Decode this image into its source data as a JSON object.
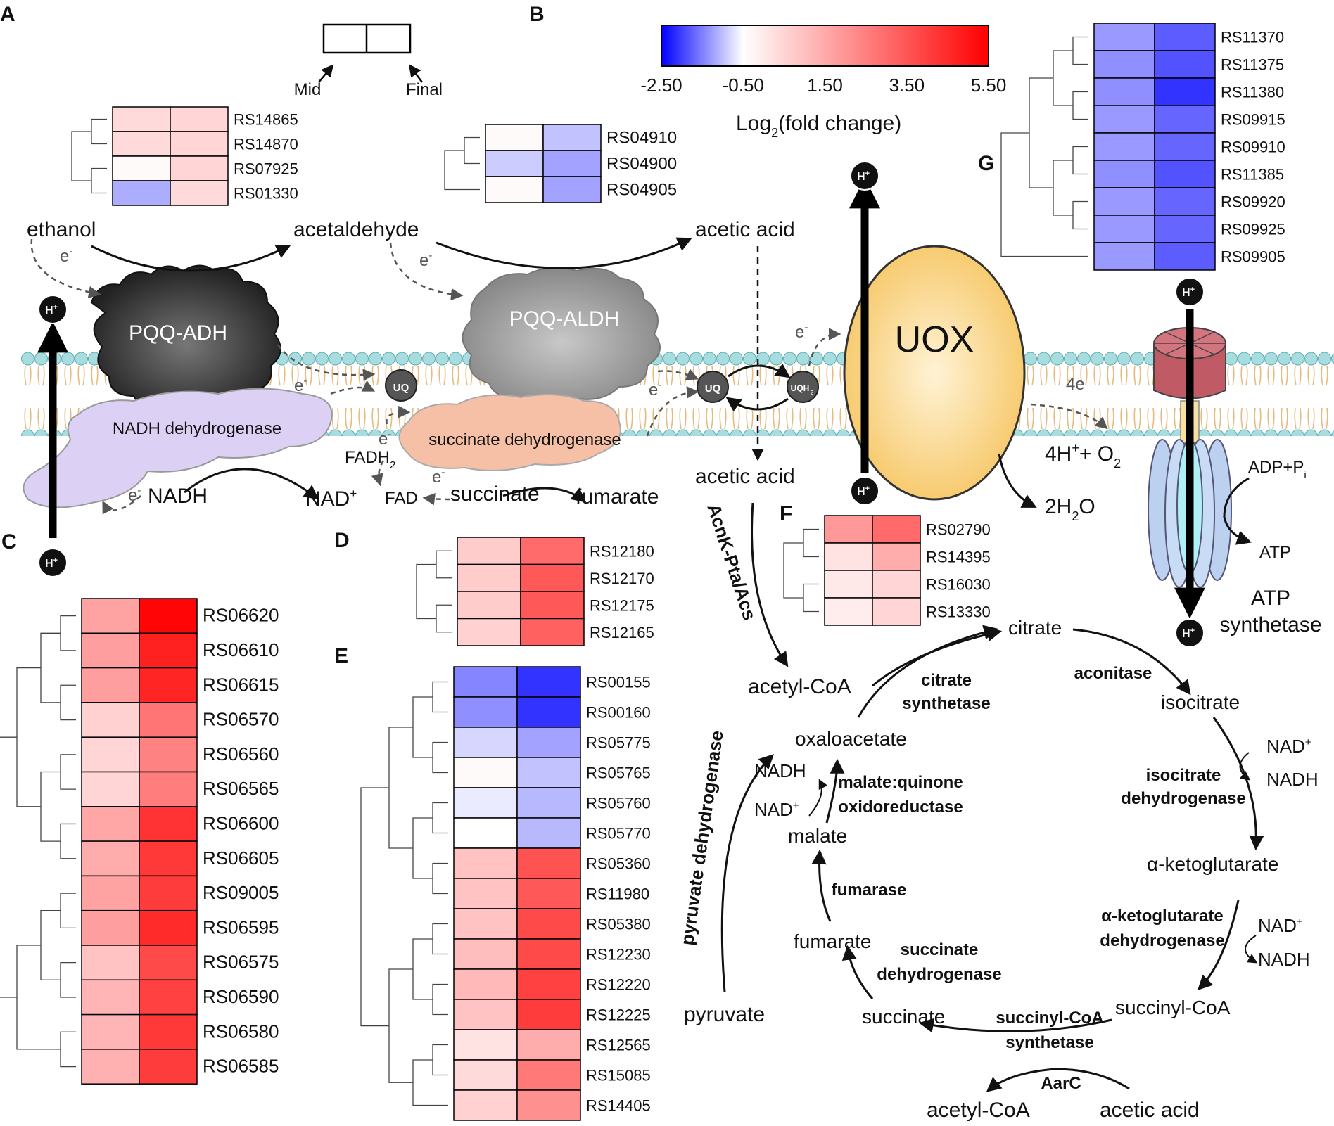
{
  "colorbar": {
    "ticks": [
      "-2.50",
      "-0.50",
      "1.50",
      "3.50",
      "5.50"
    ],
    "tick_values": [
      -2.5,
      -0.5,
      1.5,
      3.5,
      5.5
    ],
    "title_main": "Log",
    "title_sub": "2",
    "title_rest": "(fold change)",
    "colors": {
      "min": "#0000ff",
      "mid": "#ffffff",
      "max": "#ff0000"
    },
    "range": [
      -2.5,
      5.5
    ]
  },
  "legend_box": {
    "mid": "Mid",
    "final": "Final"
  },
  "panels": {
    "a": "A",
    "b": "B",
    "c": "C",
    "d": "D",
    "e": "E",
    "f": "F",
    "g": "G"
  },
  "heatmaps": {
    "adh": [
      {
        "gene": "RS14865",
        "mid": 0.8,
        "final": 0.9
      },
      {
        "gene": "RS14870",
        "mid": 0.8,
        "final": 0.9
      },
      {
        "gene": "RS07925",
        "mid": 0.1,
        "final": 0.9
      },
      {
        "gene": "RS01330",
        "mid": -0.8,
        "final": 0.8
      }
    ],
    "aldh": [
      {
        "gene": "RS04910",
        "mid": 0.1,
        "final": -0.6
      },
      {
        "gene": "RS04900",
        "mid": -0.5,
        "final": -0.9
      },
      {
        "gene": "RS04905",
        "mid": 0.1,
        "final": -0.9
      }
    ],
    "c": [
      {
        "gene": "RS06620",
        "mid": 2.0,
        "final": 5.4
      },
      {
        "gene": "RS06610",
        "mid": 2.1,
        "final": 4.8
      },
      {
        "gene": "RS06615",
        "mid": 2.1,
        "final": 4.7
      },
      {
        "gene": "RS06570",
        "mid": 1.0,
        "final": 3.0
      },
      {
        "gene": "RS06560",
        "mid": 0.9,
        "final": 2.7
      },
      {
        "gene": "RS06565",
        "mid": 0.9,
        "final": 2.8
      },
      {
        "gene": "RS06600",
        "mid": 1.9,
        "final": 4.4
      },
      {
        "gene": "RS06605",
        "mid": 1.8,
        "final": 4.3
      },
      {
        "gene": "RS09005",
        "mid": 2.0,
        "final": 4.2
      },
      {
        "gene": "RS06595",
        "mid": 2.1,
        "final": 4.6
      },
      {
        "gene": "RS06575",
        "mid": 1.3,
        "final": 3.9
      },
      {
        "gene": "RS06590",
        "mid": 1.6,
        "final": 4.1
      },
      {
        "gene": "RS06580",
        "mid": 1.6,
        "final": 4.3
      },
      {
        "gene": "RS06585",
        "mid": 1.7,
        "final": 4.2
      }
    ],
    "d": [
      {
        "gene": "RS12180",
        "mid": 1.1,
        "final": 3.2
      },
      {
        "gene": "RS12170",
        "mid": 1.1,
        "final": 3.6
      },
      {
        "gene": "RS12175",
        "mid": 1.1,
        "final": 3.6
      },
      {
        "gene": "RS12165",
        "mid": 1.0,
        "final": 3.4
      }
    ],
    "e": [
      {
        "gene": "RS00155",
        "mid": -1.2,
        "final": -2.0
      },
      {
        "gene": "RS00160",
        "mid": -1.1,
        "final": -2.0
      },
      {
        "gene": "RS05775",
        "mid": -0.4,
        "final": -0.9
      },
      {
        "gene": "RS05765",
        "mid": 0.1,
        "final": -0.6
      },
      {
        "gene": "RS05760",
        "mid": -0.2,
        "final": -0.7
      },
      {
        "gene": "RS05770",
        "mid": 0.0,
        "final": -0.7
      },
      {
        "gene": "RS05360",
        "mid": 1.3,
        "final": 3.7
      },
      {
        "gene": "RS11980",
        "mid": 1.3,
        "final": 3.6
      },
      {
        "gene": "RS05380",
        "mid": 1.3,
        "final": 3.9
      },
      {
        "gene": "RS12230",
        "mid": 1.4,
        "final": 3.9
      },
      {
        "gene": "RS12220",
        "mid": 1.5,
        "final": 4.1
      },
      {
        "gene": "RS12225",
        "mid": 1.3,
        "final": 4.2
      },
      {
        "gene": "RS12565",
        "mid": 0.6,
        "final": 1.8
      },
      {
        "gene": "RS15085",
        "mid": 0.8,
        "final": 2.9
      },
      {
        "gene": "RS14405",
        "mid": 1.0,
        "final": 2.4
      }
    ],
    "f": [
      {
        "gene": "RS02790",
        "mid": 2.2,
        "final": 3.2
      },
      {
        "gene": "RS14395",
        "mid": 0.6,
        "final": 1.8
      },
      {
        "gene": "RS16030",
        "mid": 0.5,
        "final": 0.9
      },
      {
        "gene": "RS13330",
        "mid": 0.4,
        "final": 0.9
      }
    ],
    "g": [
      {
        "gene": "RS11370",
        "mid": -1.0,
        "final": -1.6
      },
      {
        "gene": "RS11375",
        "mid": -1.1,
        "final": -1.7
      },
      {
        "gene": "RS11380",
        "mid": -1.1,
        "final": -2.0
      },
      {
        "gene": "RS09915",
        "mid": -1.0,
        "final": -1.5
      },
      {
        "gene": "RS09910",
        "mid": -1.0,
        "final": -1.5
      },
      {
        "gene": "RS11385",
        "mid": -1.1,
        "final": -1.7
      },
      {
        "gene": "RS09920",
        "mid": -1.0,
        "final": -1.5
      },
      {
        "gene": "RS09925",
        "mid": -1.0,
        "final": -1.5
      },
      {
        "gene": "RS09905",
        "mid": -1.0,
        "final": -1.6
      }
    ]
  },
  "membrane": {
    "pqq_adh": "PQQ-ADH",
    "pqq_aldh": "PQQ-ALDH",
    "nadh_dh": "NADH dehydrogenase",
    "succ_dh": "succinate dehydrogenase",
    "uox": "UOX",
    "uq": "UQ",
    "uqh": "UQH",
    "uqh_sub": "2",
    "atp_synth_1": "ATP",
    "atp_synth_2": "synthetase",
    "proton": "H",
    "proton_sup": "+"
  },
  "metabolites": {
    "ethanol": "ethanol",
    "acetaldehyde": "acetaldehyde",
    "acetic_acid": "acetic acid",
    "e": "e",
    "e_sup": "-",
    "four_e": "4e",
    "nadh": "NADH",
    "nad": "NAD",
    "nad_sup": "+",
    "fadh": "FADH",
    "fadh_sub": "2",
    "fad": "FAD",
    "succinate": "succinate",
    "fumarate": "fumarate",
    "o2_left": "4H",
    "o2_sup": "+",
    "o2_mid": "+ O",
    "o2_sub": "2",
    "h2o_left": "2H",
    "h2o_sub": "2",
    "h2o_right": "O",
    "adp": "ADP+P",
    "adp_sub": "i",
    "atp": "ATP"
  },
  "tca": {
    "acnk": "AcnK-Pta/Acs",
    "acetyl_coa": "acetyl-CoA",
    "citrate": "citrate",
    "isocitrate": "isocitrate",
    "akg": "α-ketoglutarate",
    "succinyl_coa": "succinyl-CoA",
    "succinate": "succinate",
    "fumarate": "fumarate",
    "malate": "malate",
    "oxaloacetate": "oxaloacetate",
    "pyruvate": "pyruvate",
    "pyruvate_dh": "pyruvate dehydrogenase",
    "citrate_synth_1": "citrate",
    "citrate_synth_2": "synthetase",
    "aconitase": "aconitase",
    "icdh_1": "isocitrate",
    "icdh_2": "dehydrogenase",
    "akgdh_1": "α-ketoglutarate",
    "akgdh_2": "dehydrogenase",
    "scs_1": "succinyl-CoA",
    "scs_2": "synthetase",
    "sdh_1": "succinate",
    "sdh_2": "dehydrogenase",
    "fumarase": "fumarase",
    "mqo_1": "malate:quinone",
    "mqo_2": "oxidoreductase",
    "aarc": "AarC",
    "acetic_acid": "acetic acid",
    "nadh": "NADH",
    "nad": "NAD",
    "nad_sup": "+"
  }
}
